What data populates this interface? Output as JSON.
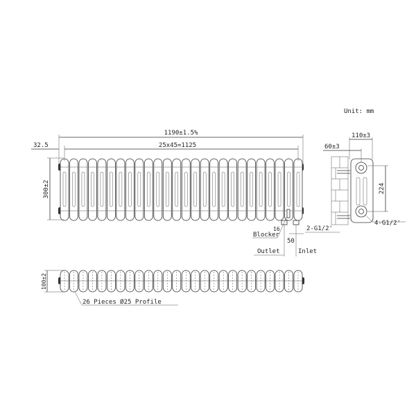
{
  "unit_label": "Unit: mm",
  "front_view": {
    "overall_width": "1190±1.5%",
    "end_offset": "32.5",
    "section_span": "25x45=1125",
    "height": "300±2",
    "blocker_offset": "16",
    "blocker_label": "Blocker",
    "inlet_spacing": "50",
    "connection_label": "2-G1/2'",
    "outlet_label": "Outlet",
    "inlet_label": "Inlet",
    "section_count": 26
  },
  "side_view": {
    "depth": "110±3",
    "wall_distance": "60±3",
    "port_spacing": "224",
    "port_label": "4-G1/2'"
  },
  "top_view": {
    "depth": "100±2",
    "profile_label": "26 Pieces Ø25 Profile"
  }
}
